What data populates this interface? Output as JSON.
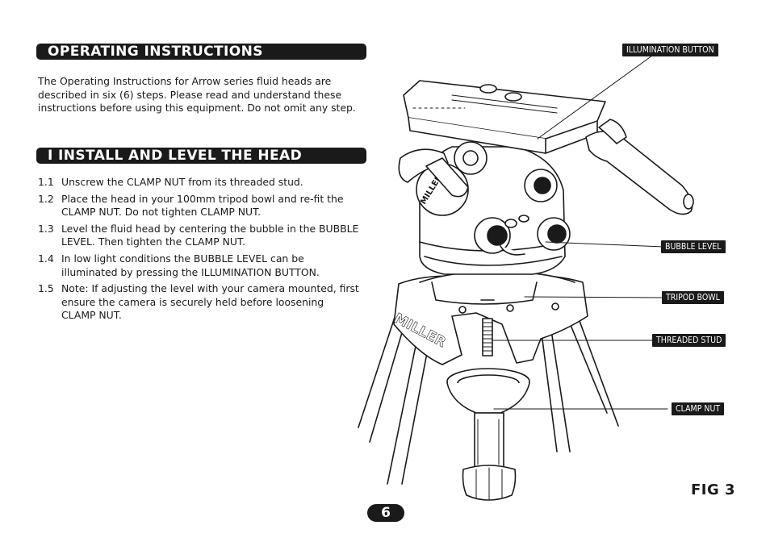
{
  "section_operating": {
    "title": "OPERATING INSTRUCTIONS"
  },
  "intro": {
    "text": "The Operating Instructions for Arrow series fluid heads are described in six (6) steps. Please read and understand these instructions before using this equipment. Do not omit any step."
  },
  "section_install": {
    "title": "I INSTALL AND LEVEL THE HEAD"
  },
  "steps": [
    {
      "num": "1.1",
      "text": "Unscrew the CLAMP NUT from its threaded stud."
    },
    {
      "num": "1.2",
      "text": "Place the head in your 100mm tripod bowl and re-fit the CLAMP NUT. Do not tighten CLAMP NUT."
    },
    {
      "num": "1.3",
      "text": "Level the fluid head by centering the bubble in the BUBBLE LEVEL. Then tighten the CLAMP NUT."
    },
    {
      "num": "1.4",
      "text": "In low light conditions the BUBBLE LEVEL can be illuminated by pressing the ILLUMINATION BUTTON."
    },
    {
      "num": "1.5",
      "text": "Note: If adjusting the level with your camera mounted, first ensure the camera is securely held before loosening CLAMP NUT."
    }
  ],
  "callouts": {
    "illumination": "ILLUMINATION BUTTON",
    "bubble_level": "BUBBLE LEVEL",
    "tripod_bowl": "TRIPOD BOWL",
    "threaded_stud": "THREADED STUD",
    "clamp_nut": "CLAMP NUT"
  },
  "figure": {
    "label": "FIG 3",
    "brand_text": "MILLER",
    "head_brand_text": "MILLER"
  },
  "page_number": "6"
}
